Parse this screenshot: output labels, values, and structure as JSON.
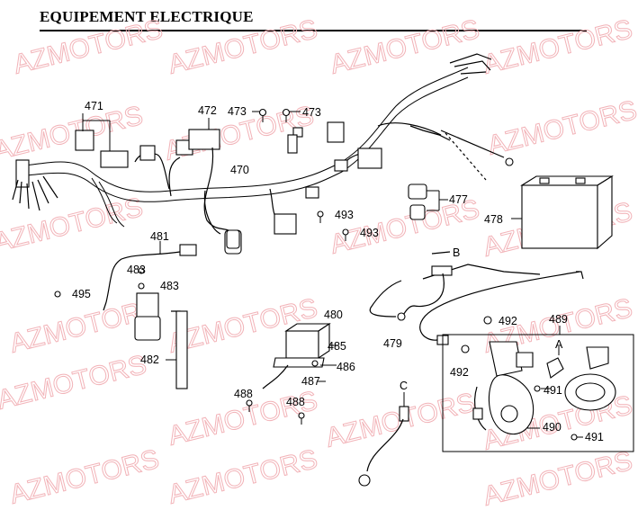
{
  "title": "EQUIPEMENT ELECTRIQUE",
  "watermark": "AZMOTORS",
  "colors": {
    "watermark": "#f2b3b8",
    "ink": "#000000"
  },
  "labels": {
    "p470": "470",
    "p471": "471",
    "p472": "472",
    "p473a": "473",
    "p473b": "473",
    "p477": "477",
    "p478": "478",
    "p479": "479",
    "p480": "480",
    "p481": "481",
    "p482": "482",
    "p483a": "483",
    "p483b": "483",
    "p485": "485",
    "p486": "486",
    "p487": "487",
    "p488a": "488",
    "p488b": "488",
    "p489": "489",
    "p490": "490",
    "p491a": "491",
    "p491b": "491",
    "p492a": "492",
    "p492b": "492",
    "p493a": "493",
    "p493b": "493",
    "p495": "495",
    "refA": "A",
    "refB": "B",
    "refC": "C"
  }
}
